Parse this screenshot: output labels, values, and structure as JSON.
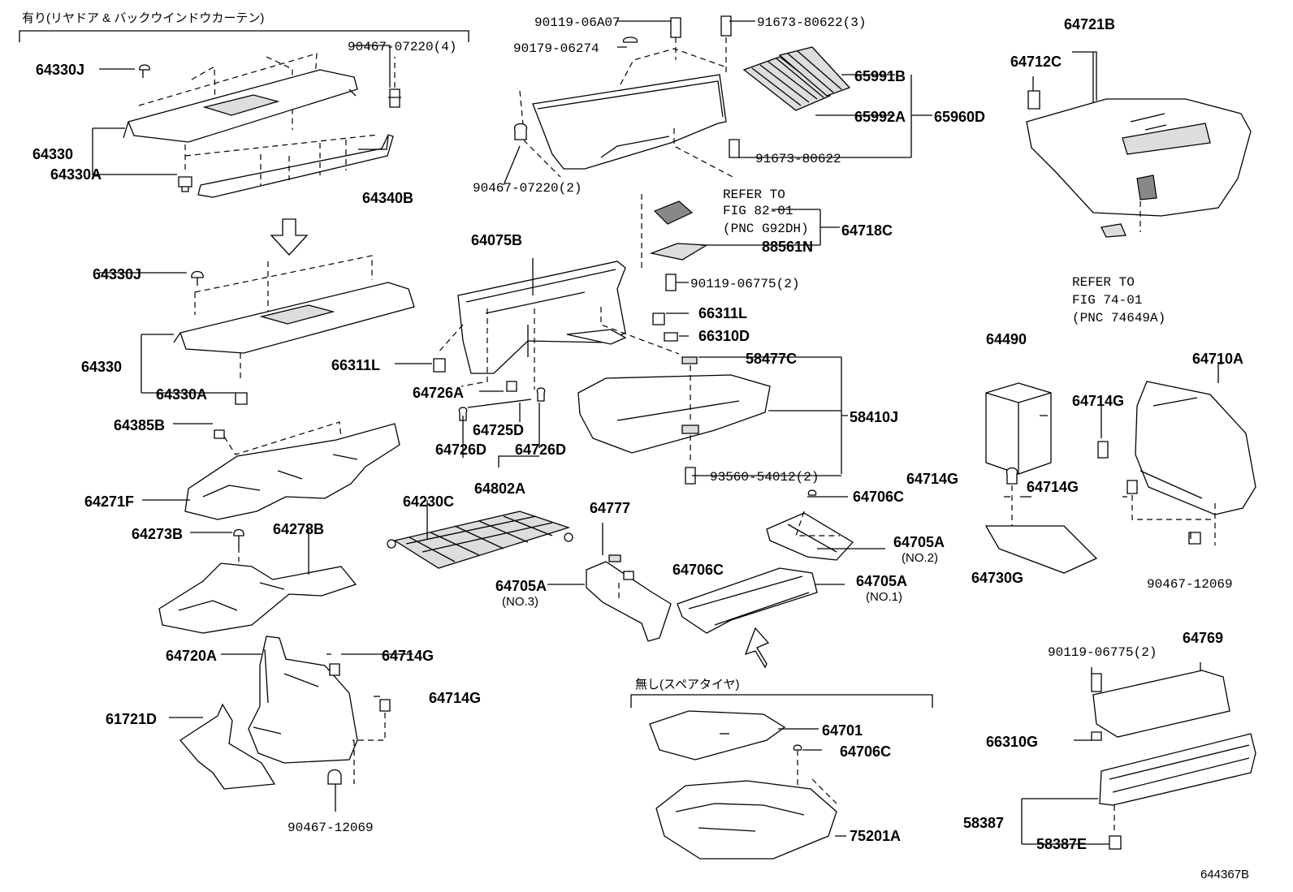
{
  "variants": {
    "with_rear_door": "有り(リヤドア & バックウインドウカーテン)",
    "no_spare_tire": "無し(スペアタイヤ)"
  },
  "labels": {
    "p64330J_a": "64330J",
    "p64330_a": "64330",
    "p64330A_a": "64330A",
    "p90467_07220_4": "90467-07220(4)",
    "p64340B": "64340B",
    "p64330J_b": "64330J",
    "p64330_b": "64330",
    "p64330A_b": "64330A",
    "p64385B": "64385B",
    "p64271F": "64271F",
    "p64273B": "64273B",
    "p64278B": "64278B",
    "p64720A": "64720A",
    "p64714G_a": "64714G",
    "p64714G_b": "64714G",
    "p61721D": "61721D",
    "p90467_12069_a": "90467-12069",
    "p90119_06A07": "90119-06A07",
    "p91673_80622_3": "91673-80622(3)",
    "p90179_06274": "90179-06274",
    "p65991B": "65991B",
    "p65992A": "65992A",
    "p65960D": "65960D",
    "p91673_80622": "91673-80622",
    "p90467_07220_2": "90467-07220(2)",
    "refer_to_1": "REFER TO",
    "fig_82_01": "FIG 82-01",
    "pnc_g92dh": "(PNC G92DH)",
    "p64718C": "64718C",
    "p88561N": "88561N",
    "p90119_06775_2_a": "90119-06775(2)",
    "p64075B": "64075B",
    "p66311L_a": "66311L",
    "p66310D": "66310D",
    "p66311L_b": "66311L",
    "p64726A": "64726A",
    "p64725D": "64725D",
    "p64726D_a": "64726D",
    "p64726D_b": "64726D",
    "p64802A": "64802A",
    "p58477C": "58477C",
    "p58410J": "58410J",
    "p93560_54012_2": "93560-54012(2)",
    "p64230C": "64230C",
    "p64777": "64777",
    "p64706C_a": "64706C",
    "p64705A_no2": "64705A",
    "no2": "(NO.2)",
    "p64706C_b": "64706C",
    "p64705A_no1": "64705A",
    "no1": "(NO.1)",
    "p64705A_no3": "64705A",
    "no3": "(NO.3)",
    "p64701": "64701",
    "p64706C_c": "64706C",
    "p75201A": "75201A",
    "p64721B": "64721B",
    "p64712C": "64712C",
    "refer_to_2": "REFER TO",
    "fig_74_01": "FIG 74-01",
    "pnc_74649a": "(PNC 74649A)",
    "p64490": "64490",
    "p64710A": "64710A",
    "p64714G_c": "64714G",
    "p64714G_d": "64714G",
    "p64714G_e": "64714G",
    "p64730G": "64730G",
    "p90467_12069_b": "90467-12069",
    "p64769": "64769",
    "p90119_06775_2_b": "90119-06775(2)",
    "p66310G": "66310G",
    "p58387": "58387",
    "p58387E": "58387E",
    "figure_id": "644367B"
  }
}
